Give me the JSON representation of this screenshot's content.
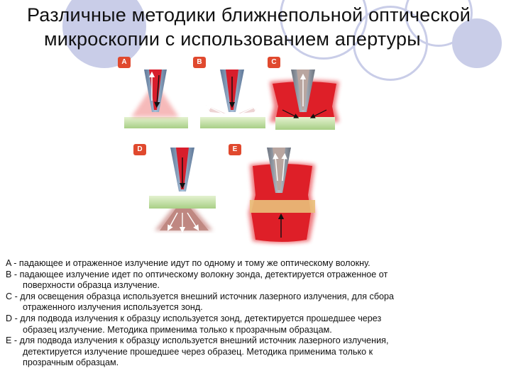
{
  "title_line1": "Различные методики ближнепольной оптической",
  "title_line2": "микроскопии с использованием апертуры",
  "panels": [
    {
      "label": "A"
    },
    {
      "label": "B"
    },
    {
      "label": "C"
    },
    {
      "label": "D"
    },
    {
      "label": "E"
    }
  ],
  "legend": [
    {
      "key": "A",
      "line1": " - падающее и отраженное излучение идут по одному и тому же оптическому волокну.",
      "line2": ""
    },
    {
      "key": "B",
      "line1": " - падающее излучение идет по оптическому волокну зонда, детектируется отраженное от",
      "line2": "поверхности образца излучение."
    },
    {
      "key": "C",
      "line1": " - для освещения образца используется внешний источник лазерного излучения, для сбора",
      "line2": "отраженного излучения используется зонд."
    },
    {
      "key": "D",
      "line1": " - для подвода излучения к образцу используется зонд, детектируется прошедшее через",
      "line2": "образец излучение. Методика применима только к прозрачным образцам."
    },
    {
      "key": "E",
      "line1": " - для подвода излучения к образцу используется внешний источник лазерного излучения,",
      "line2": "детектируется излучение прошедшее через образец. Методика применима только к",
      "line3": "прозрачным образцам."
    }
  ],
  "colors": {
    "decor": "#c9cde8",
    "badge": "#e0492e",
    "light": "#d81e2c",
    "probe_coat": "#7f9ab8",
    "sample": "#cfe6b4"
  }
}
